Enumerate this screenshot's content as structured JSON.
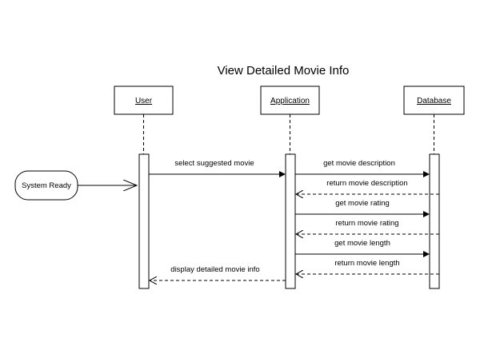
{
  "title": "View Detailed Movie Info",
  "lifelines": [
    {
      "id": "user",
      "label": "User"
    },
    {
      "id": "app",
      "label": "Application"
    },
    {
      "id": "db",
      "label": "Database"
    }
  ],
  "initial_state": {
    "label": "System Ready"
  },
  "messages": [
    {
      "from": "user",
      "to": "app",
      "label": "select suggested movie",
      "kind": "sync"
    },
    {
      "from": "app",
      "to": "db",
      "label": "get movie description",
      "kind": "sync"
    },
    {
      "from": "db",
      "to": "app",
      "label": "return movie description",
      "kind": "return"
    },
    {
      "from": "app",
      "to": "db",
      "label": "get movie rating",
      "kind": "sync"
    },
    {
      "from": "db",
      "to": "app",
      "label": "return movie rating",
      "kind": "return"
    },
    {
      "from": "app",
      "to": "db",
      "label": "get movie length",
      "kind": "sync"
    },
    {
      "from": "db",
      "to": "app",
      "label": "return movie length",
      "kind": "return"
    },
    {
      "from": "app",
      "to": "user",
      "label": "display detailed movie info",
      "kind": "return"
    }
  ],
  "colors": {
    "stroke": "#000000",
    "background": "#ffffff"
  }
}
